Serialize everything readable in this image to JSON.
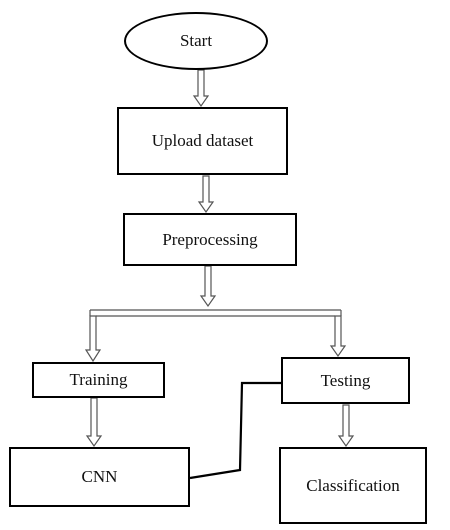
{
  "diagram": {
    "nodes": {
      "start": "Start",
      "upload": "Upload dataset",
      "preprocessing": "Preprocessing",
      "training": "Training",
      "testing": "Testing",
      "cnn": "CNN",
      "classification": "Classification"
    },
    "edges": [
      {
        "from": "start",
        "to": "upload",
        "style": "hollow-arrow"
      },
      {
        "from": "upload",
        "to": "preprocessing",
        "style": "hollow-arrow"
      },
      {
        "from": "preprocessing",
        "to": "training",
        "style": "hollow-arrow"
      },
      {
        "from": "preprocessing",
        "to": "testing",
        "style": "hollow-arrow"
      },
      {
        "from": "training",
        "to": "cnn",
        "style": "hollow-arrow"
      },
      {
        "from": "testing",
        "to": "classification",
        "style": "hollow-arrow"
      },
      {
        "from": "cnn",
        "to": "testing",
        "style": "solid-arrow"
      }
    ]
  }
}
